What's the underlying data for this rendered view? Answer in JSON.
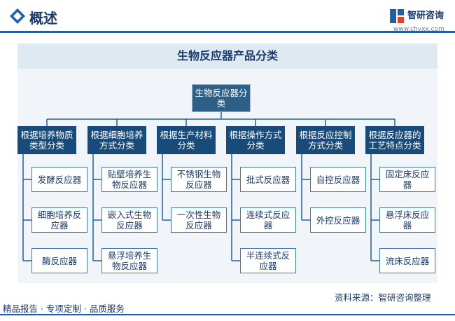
{
  "header": {
    "title": "概述",
    "logo_name": "智研咨询",
    "logo_url": "www.chyxx.com"
  },
  "panel": {
    "title": "生物反应器产品分类"
  },
  "diagram": {
    "root": "生物反应器分类",
    "categories": [
      {
        "label": "根据培养物质类型分类",
        "children": [
          "发酵反应器",
          "细胞培养反应器",
          "酶反应器"
        ]
      },
      {
        "label": "根据细胞培养方式分类",
        "children": [
          "贴壁培养生物反应器",
          "嵌入式生物反应器",
          "悬浮培养生物反应器"
        ]
      },
      {
        "label": "根据生产材料分类",
        "children": [
          "不锈钢生物反应器",
          "一次性生物反应器"
        ]
      },
      {
        "label": "根据操作方式分类",
        "children": [
          "批式反应器",
          "连续式反应器",
          "半连续式反应器"
        ]
      },
      {
        "label": "根据反应控制方式分类",
        "children": [
          "自控反应器",
          "外控反应器"
        ]
      },
      {
        "label": "根据反应器的工艺特点分类",
        "children": [
          "固定床反应器",
          "悬浮床反应器",
          "流床反应器"
        ]
      }
    ]
  },
  "colors": {
    "category_fill": "#184a7a",
    "root_fill": "#2e5f86",
    "leaf_border": "#3d78b0",
    "line": "#1f5fa8",
    "header_bar": "#1f5fa8"
  },
  "footer": {
    "left": "精品报告 · 专项定制 · 品质服务",
    "source": "资料来源：智研咨询整理"
  }
}
